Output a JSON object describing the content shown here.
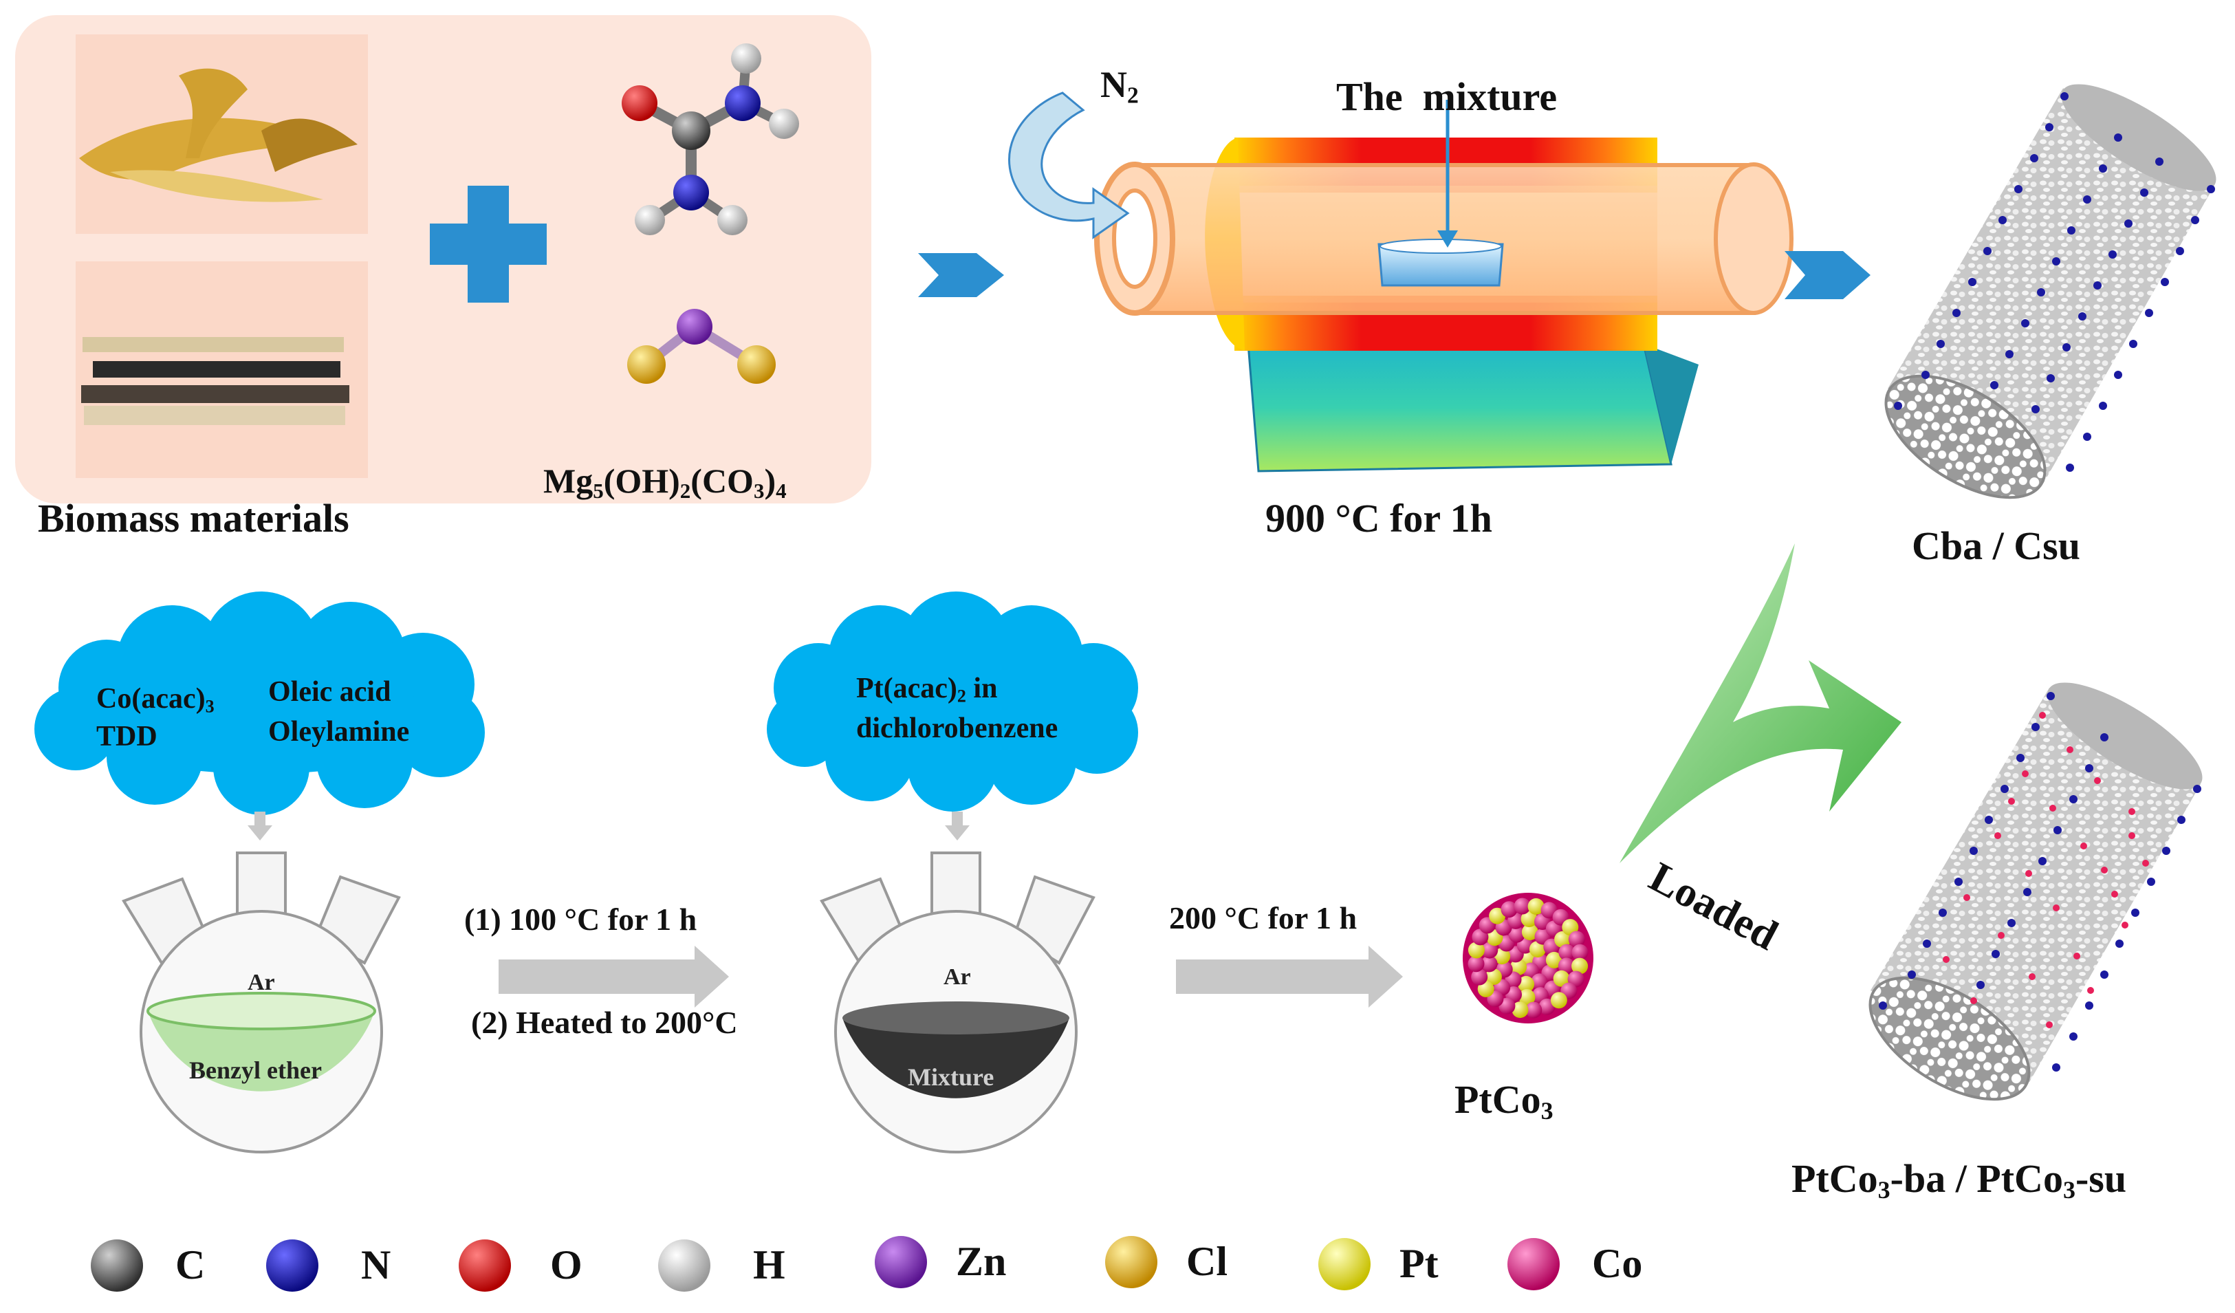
{
  "labels": {
    "biomass": "Biomass materials",
    "mg_formula": {
      "p1": "Mg",
      "s1": "5",
      "p2": "(OH)",
      "s2": "2",
      "p3": "(CO",
      "s3": "3",
      "p4": ")",
      "s4": "4"
    },
    "n2": {
      "base": "N",
      "sub": "2"
    },
    "mixture": "The  mixture",
    "furnace_temp": "900 °C for 1h",
    "cba_csu": "Cba / Csu",
    "step1": "(1) 100 °C for 1 h",
    "step2": "(2) Heated to 200°C",
    "step3": "200 °C for 1 h",
    "ptco3": {
      "base": "PtCo",
      "sub": "3"
    },
    "loaded": "Loaded",
    "final": {
      "a": "PtCo",
      "as": "3",
      "b": "-ba / PtCo",
      "bs": "3",
      "c": "-su"
    }
  },
  "cloud1": {
    "co": {
      "base": "Co(acac)",
      "sub": "3"
    },
    "tdd": "TDD",
    "oleic": "Oleic acid",
    "oleylamine": "Oleylamine"
  },
  "cloud2": {
    "pt": {
      "base": "Pt(acac)",
      "sub": "2",
      "tail": " in"
    },
    "dcb": "dichlorobenzene"
  },
  "flask1": {
    "gas": "Ar",
    "liquid": "Benzyl ether"
  },
  "flask2": {
    "gas": "Ar",
    "liquid": "Mixture"
  },
  "legend": [
    {
      "symbol": "C",
      "color": "#555555"
    },
    {
      "symbol": "N",
      "color": "#1a1aa0"
    },
    {
      "symbol": "O",
      "color": "#e01818"
    },
    {
      "symbol": "H",
      "color": "#dcdcdc"
    },
    {
      "symbol": "Zn",
      "color": "#8a2cc0"
    },
    {
      "symbol": "Cl",
      "color": "#e8b820"
    },
    {
      "symbol": "Pt",
      "color": "#f0e818"
    },
    {
      "symbol": "Co",
      "color": "#e8208a"
    }
  ],
  "colors": {
    "arrow_blue": "#2b8fd0",
    "cloud_blue": "#00b0f0",
    "panel_bg": "#fde6dc",
    "arrow_gray": "#c8c8c8",
    "loaded_green": "#5cc05c"
  }
}
